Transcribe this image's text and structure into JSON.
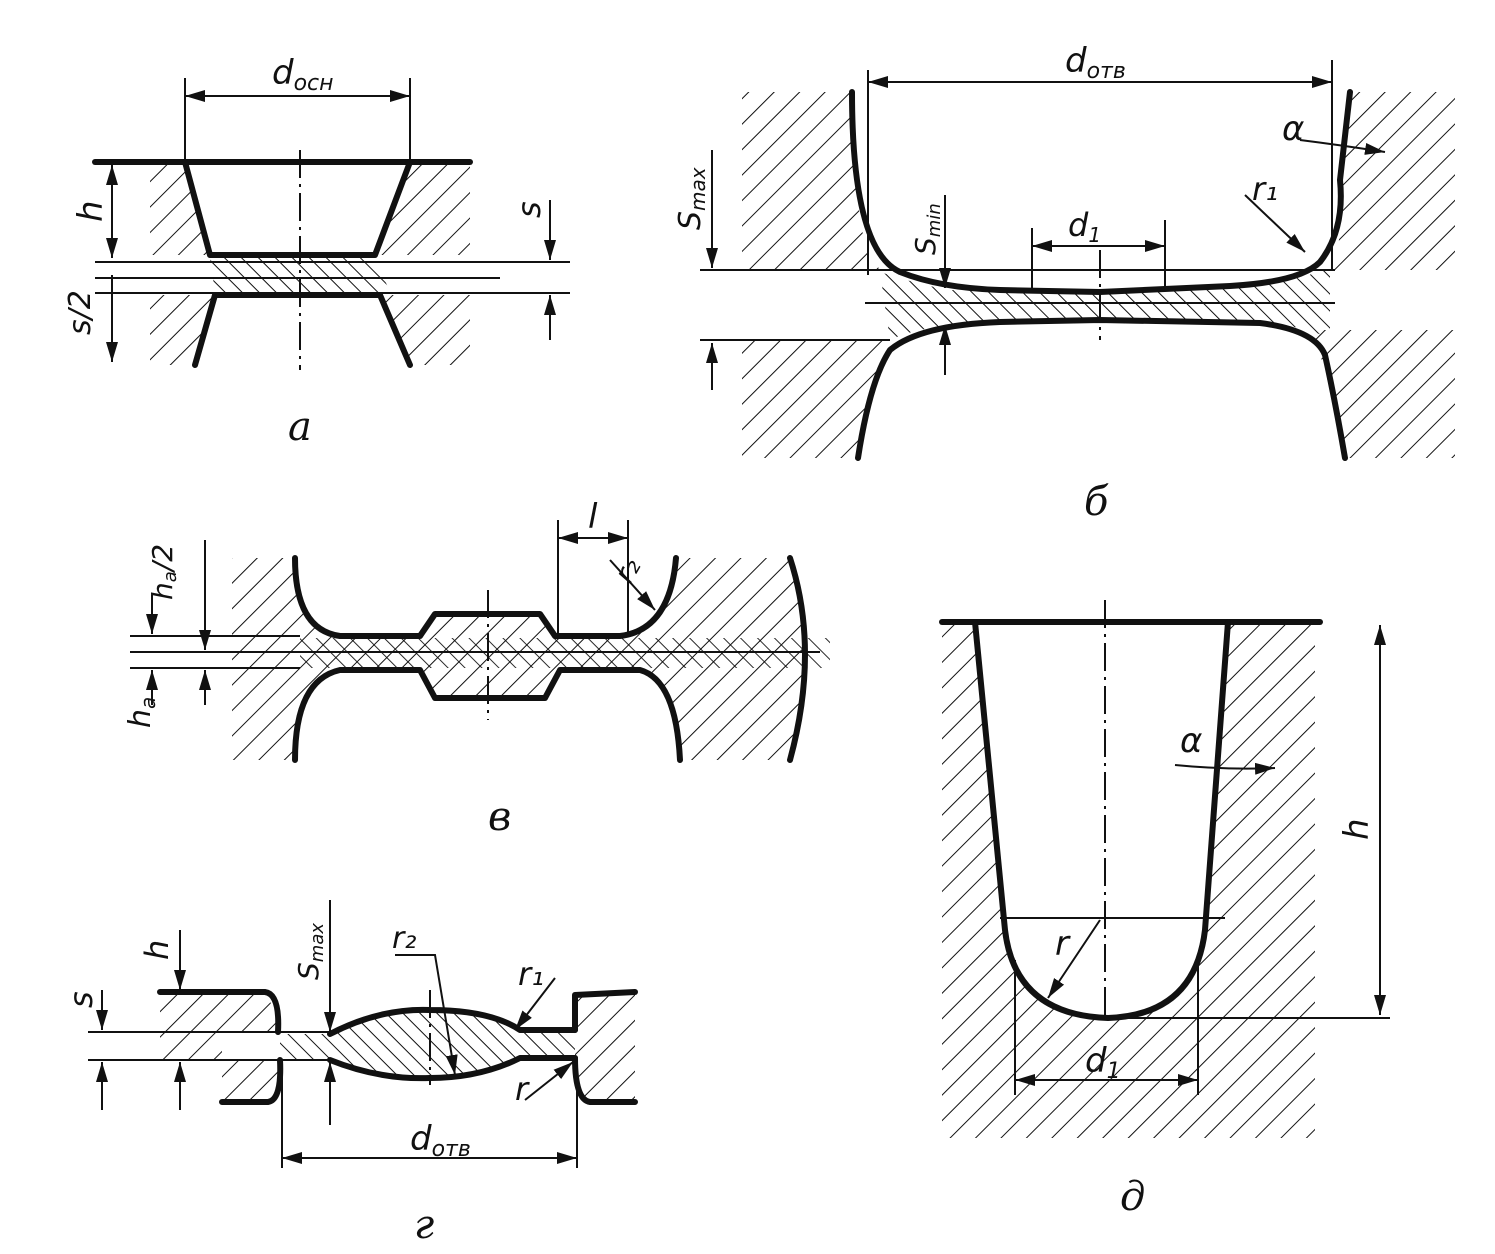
{
  "figure": {
    "panels": [
      {
        "id": "a",
        "caption": "а",
        "labels": {
          "d": "d",
          "d_sub": "осн",
          "h": "h",
          "s": "s",
          "s_half_num": "s",
          "s_half_den": "2"
        }
      },
      {
        "id": "b",
        "caption": "б",
        "labels": {
          "d": "d",
          "d_sub": "отв",
          "smax": "S",
          "smax_sub": "max",
          "smin": "S",
          "smin_sub": "min",
          "d1": "d",
          "d1_sub": "1",
          "alpha": "α",
          "r": "r₁"
        }
      },
      {
        "id": "v",
        "caption": "в",
        "labels": {
          "ha_half_num": "h",
          "ha_half_num_sub": "a",
          "ha_half_den": "2",
          "ha": "h",
          "ha_sub": "a",
          "l": "l",
          "r2": "r₂"
        }
      },
      {
        "id": "g",
        "caption": "г",
        "labels": {
          "s": "s",
          "h": "h",
          "smax": "S",
          "smax_sub": "max",
          "r2": "r₂",
          "r1": "r₁",
          "r": "r",
          "d": "d",
          "d_sub": "отв"
        }
      },
      {
        "id": "d",
        "caption": "д",
        "labels": {
          "alpha": "α",
          "h": "h",
          "r": "r",
          "d1": "d",
          "d1_sub": "1"
        }
      }
    ]
  },
  "colors": {
    "ink": "#111111",
    "paper": "#ffffff"
  }
}
